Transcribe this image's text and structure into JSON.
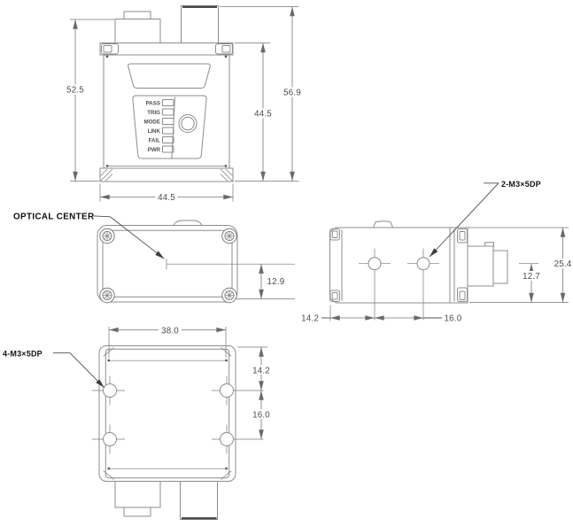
{
  "front_view": {
    "led_labels": [
      "PASS",
      "TRIG",
      "MODE",
      "LINK",
      "FAIL",
      "PWR"
    ],
    "dims": {
      "height_connector_left": "52.5",
      "height_overall": "56.9",
      "height_body": "44.5",
      "width_body": "44.5"
    }
  },
  "top_view": {
    "callout_optical_center": "OPTICAL CENTER",
    "dims": {
      "optical_center_offset": "12.9"
    }
  },
  "side_view": {
    "callout_mounting_holes": "2-M3×5DP",
    "dims": {
      "height_overall": "25.4",
      "hole_to_base": "12.7",
      "edge_to_hole": "14.2",
      "hole_spacing": "16.0"
    }
  },
  "bottom_view": {
    "callout_mounting_holes": "4-M3×5DP",
    "dims": {
      "hole_spacing_x": "38.0",
      "top_to_hole": "14.2",
      "hole_spacing_y": "16.0"
    }
  }
}
